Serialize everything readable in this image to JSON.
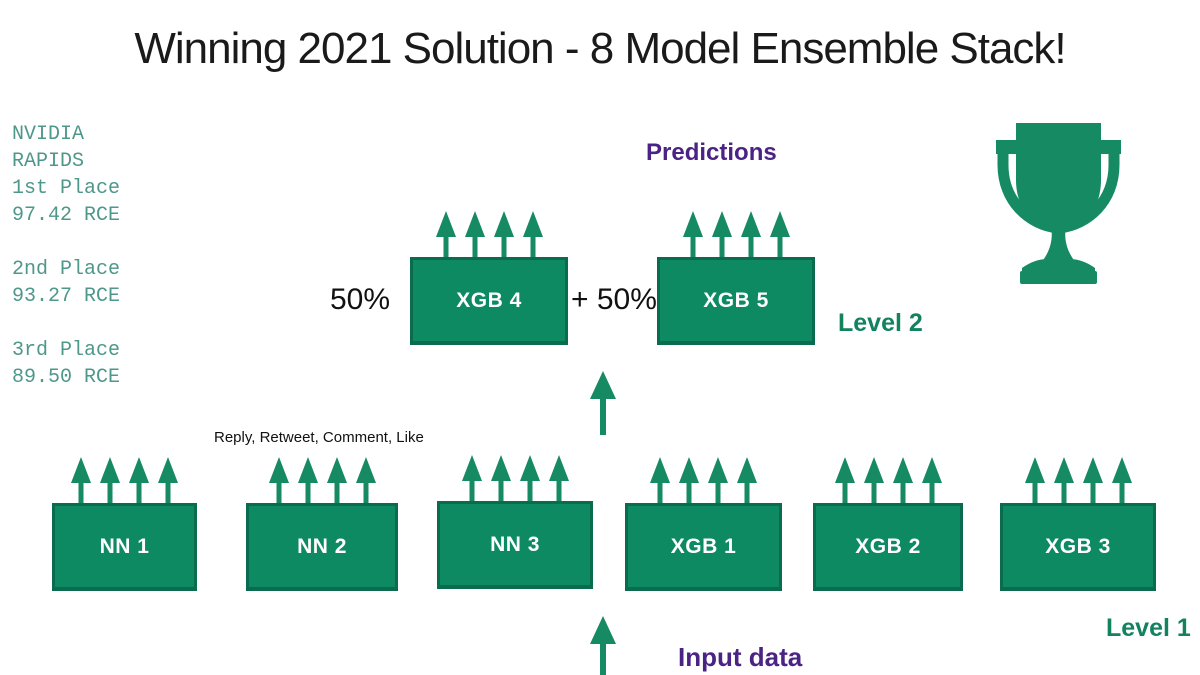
{
  "title": "Winning 2021 Solution - 8 Model Ensemble Stack!",
  "leaderboard": {
    "text": "NVIDIA\nRAPIDS\n1st Place\n97.42 RCE\n\n2nd Place\n93.27 RCE\n\n3rd Place\n89.50 RCE"
  },
  "annotations": {
    "predictions": "Predictions",
    "features": "Reply, Retweet, Comment, Like",
    "input_data": "Input data",
    "level1": "Level 1",
    "level2": "Level 2",
    "weight_xgb4": "50%",
    "weight_xgb5": "+ 50%"
  },
  "level2": {
    "boxes": [
      {
        "label": "XGB 4"
      },
      {
        "label": "XGB 5"
      }
    ]
  },
  "level1": {
    "boxes": [
      {
        "label": "NN 1"
      },
      {
        "label": "NN 2"
      },
      {
        "label": "NN 3"
      },
      {
        "label": "XGB 1"
      },
      {
        "label": "XGB 2"
      },
      {
        "label": "XGB 3"
      }
    ]
  },
  "icons": {
    "trophy": "trophy-icon",
    "up_arrow": "up-arrow-icon"
  },
  "colors": {
    "box_green": "#0e8a63",
    "box_border_green": "#0a6b4e",
    "arrow_green": "#168a63",
    "level_label_green": "#12825f",
    "purple": "#4b2385",
    "leaderboard_teal": "#4e978b",
    "title_black": "#1a1a1a",
    "box_text_white": "#ffffff",
    "background": "#ffffff"
  }
}
